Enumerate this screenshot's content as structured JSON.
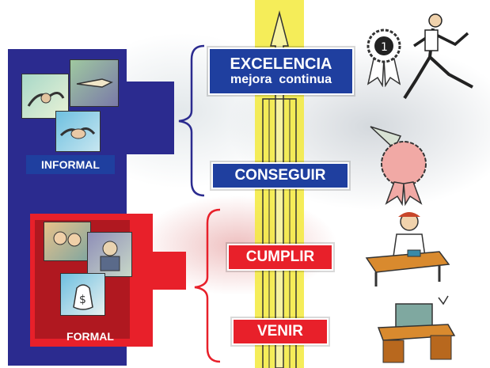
{
  "groups": {
    "informal": {
      "label": "INFORMAL"
    },
    "formal": {
      "label": "FORMAL"
    }
  },
  "levels": {
    "excelencia": {
      "title": "EXCELENCIA",
      "subtitle": "mejora  continua"
    },
    "conseguir": {
      "title": "CONSEGUIR"
    },
    "cumplir": {
      "title": "CUMPLIR"
    },
    "venir": {
      "title": "VENIR"
    }
  },
  "colors": {
    "blue": "#2b2b8f",
    "red": "#e8202a",
    "level_blue": "#1f3f9f",
    "arrow_yellow": "#f3ea3c"
  },
  "icons": [
    "handshake-icon",
    "pointing-hand-icon",
    "money-bag-icon",
    "medal-icon",
    "runner-icon",
    "ribbon-award-icon",
    "office-worker-icon",
    "desk-icon"
  ]
}
